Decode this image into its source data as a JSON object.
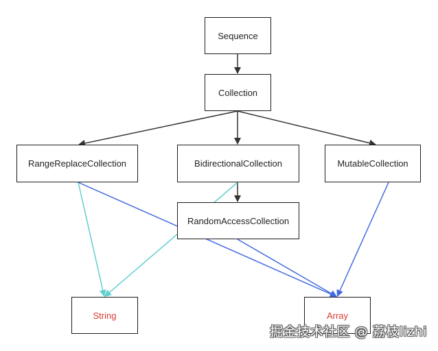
{
  "nodes": {
    "sequence": {
      "label": "Sequence"
    },
    "collection": {
      "label": "Collection"
    },
    "range_replace": {
      "label": "RangeReplaceCollection"
    },
    "bidirectional": {
      "label": "BidirectionalCollection"
    },
    "mutable": {
      "label": "MutableCollection"
    },
    "random_access": {
      "label": "RandomAccessCollection"
    },
    "string": {
      "label": "String"
    },
    "array": {
      "label": "Array"
    }
  },
  "edges": [
    {
      "from": "sequence",
      "to": "collection",
      "color": "#333333"
    },
    {
      "from": "collection",
      "to": "range_replace",
      "color": "#333333"
    },
    {
      "from": "collection",
      "to": "bidirectional",
      "color": "#333333"
    },
    {
      "from": "collection",
      "to": "mutable",
      "color": "#333333"
    },
    {
      "from": "bidirectional",
      "to": "random_access",
      "color": "#333333"
    },
    {
      "from": "range_replace",
      "to": "string",
      "color": "#5ecfcf"
    },
    {
      "from": "bidirectional",
      "to": "string",
      "color": "#5ecfcf"
    },
    {
      "from": "range_replace",
      "to": "array",
      "color": "#4169e1"
    },
    {
      "from": "random_access",
      "to": "array",
      "color": "#4169e1"
    },
    {
      "from": "mutable",
      "to": "array",
      "color": "#4169e1"
    }
  ],
  "colors": {
    "inheritance": "#333333",
    "string_links": "#5ecfcf",
    "array_links": "#4169e1",
    "concrete_text": "#d83b2f"
  },
  "watermark": "掘金技术社区 @ 荔枝lizhi"
}
